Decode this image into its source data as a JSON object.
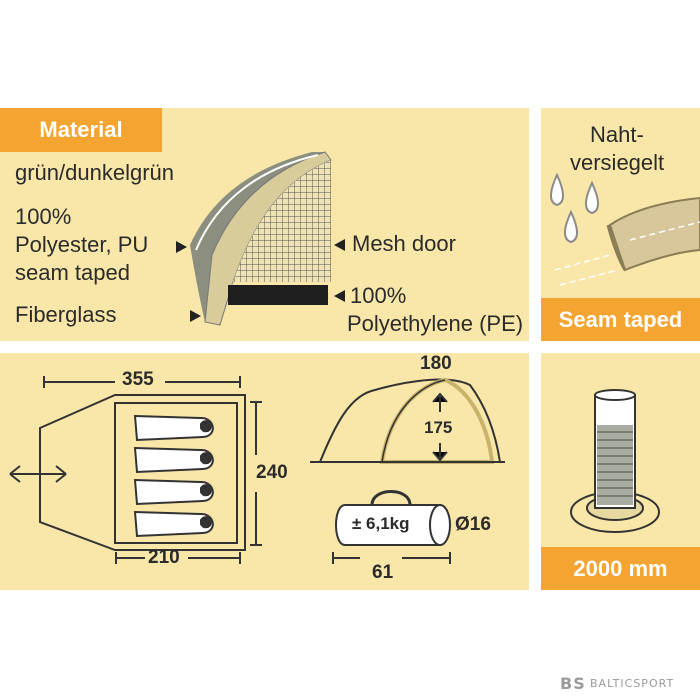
{
  "material_panel": {
    "tag": "Material",
    "color": "grün/dunkelgrün",
    "fly_line1": "100%",
    "fly_line2": "Polyester, PU",
    "fly_line3": "seam taped",
    "poles": "Fiberglass",
    "mesh": "Mesh door",
    "floor_line1": "100%",
    "floor_line2": "Polyethylene (PE)"
  },
  "seam_panel": {
    "heading_line1": "Naht-",
    "heading_line2": "versiegelt",
    "tag": "Seam taped"
  },
  "dimensions_panel": {
    "length_outer": "355",
    "width": "240",
    "length_inner": "210",
    "height_outer": "180",
    "height_inner": "175",
    "weight": "± 6,1kg",
    "pack_diameter": "Ø16",
    "pack_length": "61"
  },
  "water_panel": {
    "tag": "2000 mm"
  },
  "watermark": {
    "logo": "BS",
    "text": "BALTICSPORT"
  },
  "colors": {
    "panel": "#f8e7a9",
    "accent": "#f4a431",
    "ink": "#2b2b2b",
    "fly": "#8c8f80",
    "inner": "#d9cc9b"
  }
}
